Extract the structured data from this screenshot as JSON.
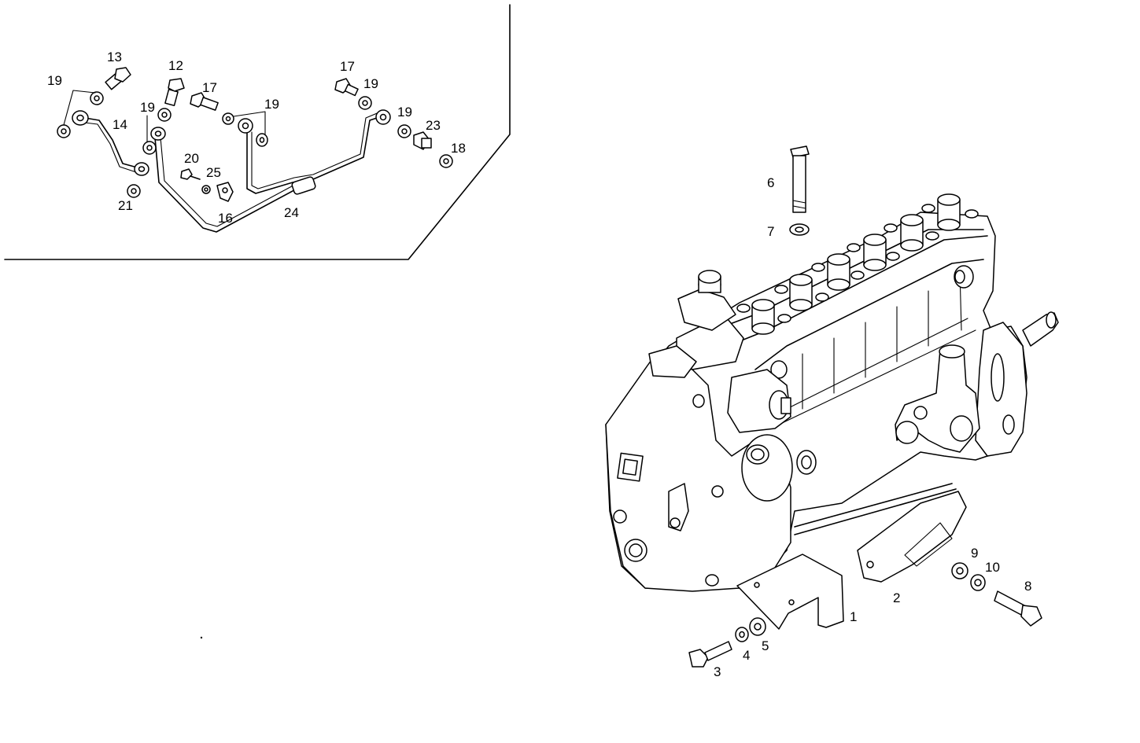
{
  "diagram": {
    "callouts": {
      "c1": "1",
      "c2": "2",
      "c3": "3",
      "c4": "4",
      "c5": "5",
      "c6": "6",
      "c7": "7",
      "c8": "8",
      "c9": "9",
      "c10": "10",
      "c12": "12",
      "c13": "13",
      "c14": "14",
      "c16": "16",
      "c17a": "17",
      "c17b": "17",
      "c18": "18",
      "c19a": "19",
      "c19b": "19",
      "c19c": "19",
      "c19d": "19",
      "c19e": "19",
      "c20": "20",
      "c21": "21",
      "c23": "23",
      "c24": "24",
      "c25": "25"
    }
  }
}
